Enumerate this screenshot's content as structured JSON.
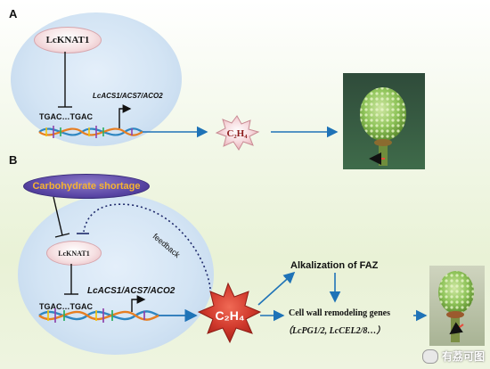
{
  "panel_a": {
    "letter": "A",
    "regulator": "LcKNAT1",
    "motif": "TGAC…TGAC",
    "genes": "LcACS1/ACS7/ACO2",
    "ethylene": "C₂H₄"
  },
  "panel_b": {
    "letter": "B",
    "stress": "Carbohydrate shortage",
    "regulator": "LcKNAT1",
    "motif": "TGAC…TGAC",
    "genes": "LcACS1/ACS7/ACO2",
    "ethylene": "C₂H₄",
    "feedback": "feedback",
    "alkalization": "Alkalization of FAZ",
    "cell_wall": "Cell wall remodeling genes",
    "cell_wall_genes": "（LcPG1/2, LcCEL2/8…）"
  },
  "watermark": "有荔可图",
  "colors": {
    "arrow_blue": "#1f73b7",
    "burst_red": "#c0392b",
    "carb_text": "#f6b331"
  }
}
